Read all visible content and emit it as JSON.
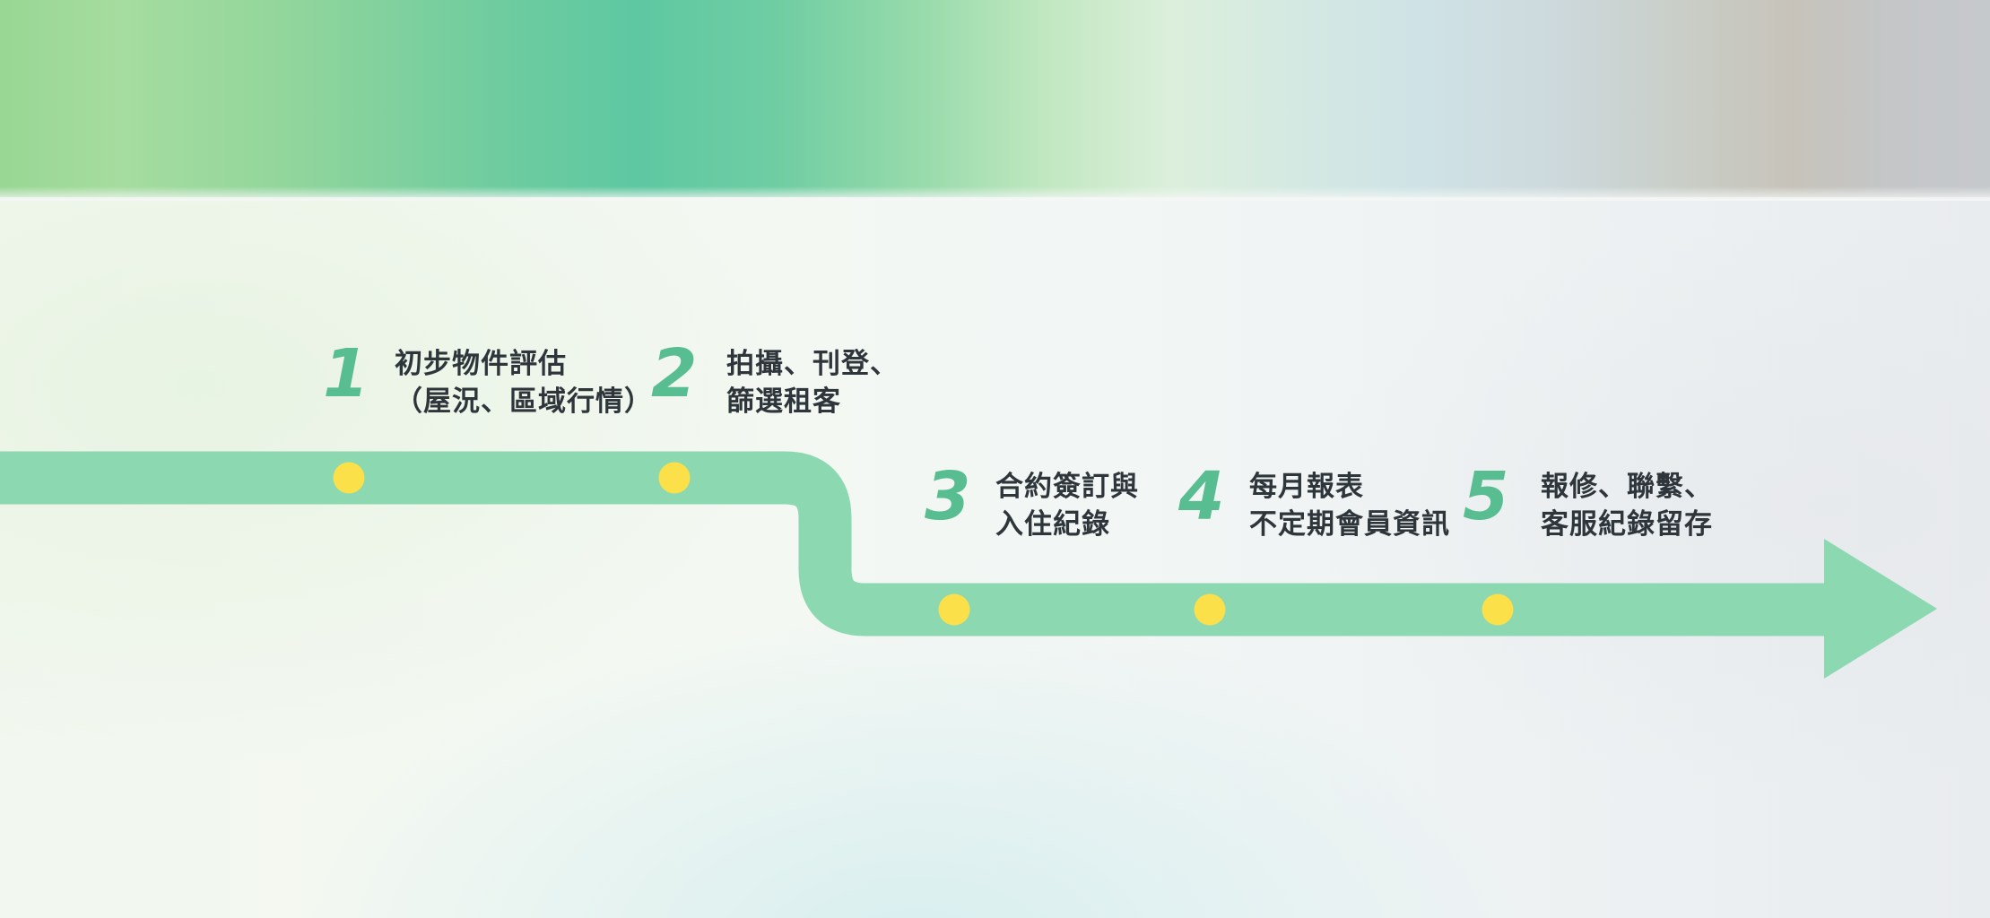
{
  "diagram": {
    "type": "process-timeline",
    "steps": [
      {
        "number": "1",
        "line1": "初步物件評估",
        "line2": "（屋況、區域行情）"
      },
      {
        "number": "2",
        "line1": "拍攝、刊登、",
        "line2": "篩選租客"
      },
      {
        "number": "3",
        "line1": "合約簽訂與",
        "line2": "入住紀錄"
      },
      {
        "number": "4",
        "line1": "每月報表",
        "line2": "不定期會員資訊"
      },
      {
        "number": "5",
        "line1": "報修、聯繫、",
        "line2": "客服紀錄留存"
      }
    ],
    "milestone_count": 5
  },
  "colors": {
    "ribbon_green": "#8BD8B1",
    "dot_yellow": "#FBE049",
    "number_green": "#58BD90",
    "text_dark": "#2F363B",
    "banner_teal": "#5EC8A2",
    "banner_light_green": "#A6DC9F",
    "banner_gray": "#C6C9CC"
  }
}
